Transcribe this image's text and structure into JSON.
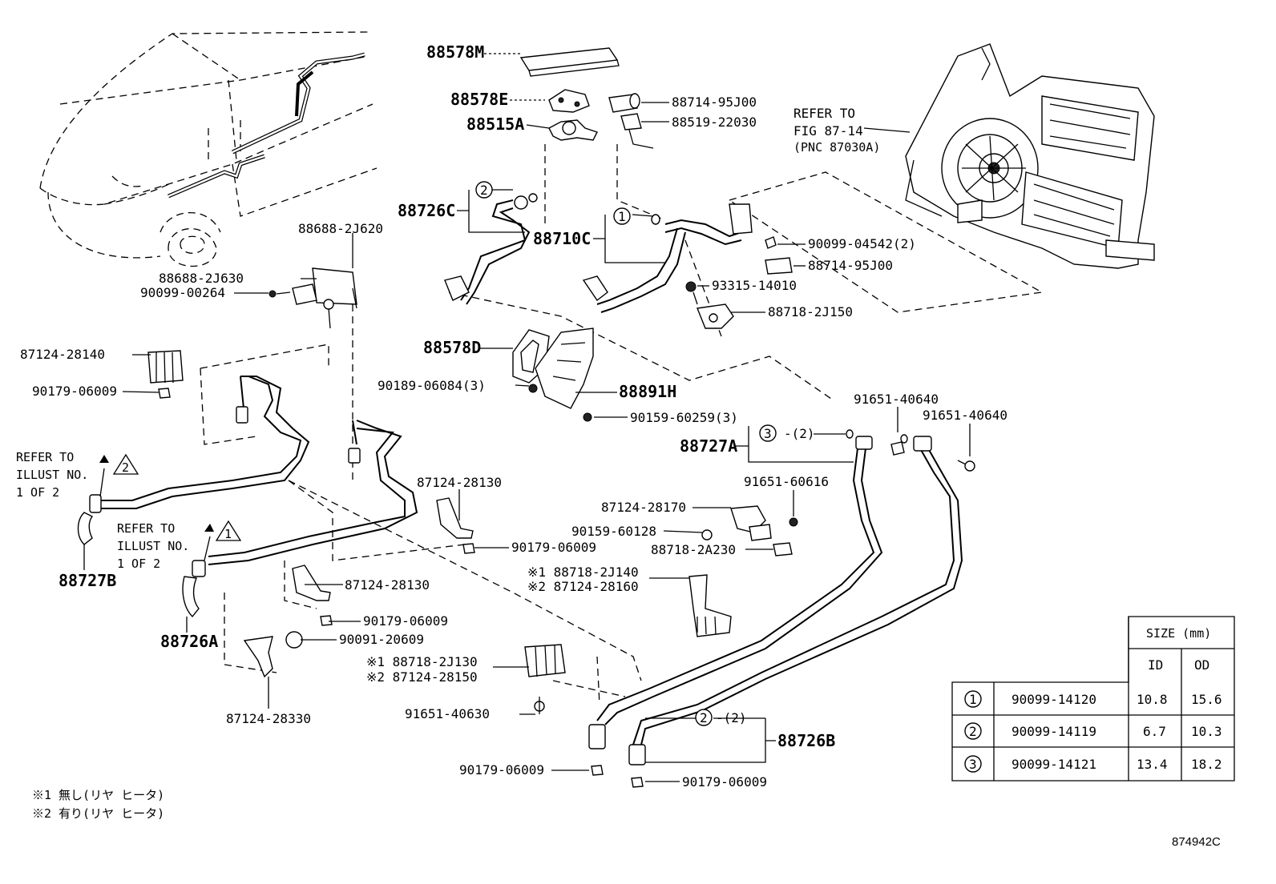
{
  "diagram": {
    "figure_code": "874942C",
    "refer_fig": [
      "REFER TO",
      "FIG 87-14",
      "(PNC 87030A)"
    ],
    "refer_illust_2": [
      "REFER TO",
      "ILLUST NO.",
      "1 OF 2"
    ],
    "refer_illust_1": [
      "REFER TO",
      "ILLUST NO.",
      "1 OF 2"
    ],
    "warn_mark_2": "2",
    "warn_mark_1": "1",
    "footnotes": [
      "※1 無し(リヤ ヒータ)",
      "※2 有り(リヤ ヒータ)"
    ],
    "labels": {
      "p88578M": "88578M",
      "p88578E": "88578E",
      "p88515A": "88515A",
      "p88714_95J00_a": "88714-95J00",
      "p88519_22030": "88519-22030",
      "p88726C": "88726C",
      "p88710C": "88710C",
      "p90099_04542": "90099-04542(2)",
      "p88714_95J00_b": "88714-95J00",
      "p93315_14010": "93315-14010",
      "p88718_2J150": "88718-2J150",
      "p88688_2J620": "88688-2J620",
      "p88688_2J630": "88688-2J630",
      "p90099_00264": "90099-00264",
      "p87124_28140": "87124-28140",
      "p90179_06009_a": "90179-06009",
      "p88578D": "88578D",
      "p90189_06084": "90189-06084(3)",
      "p88891H": "88891H",
      "p90159_60259": "90159-60259(3)",
      "p91651_40640_a": "91651-40640",
      "p91651_40640_b": "91651-40640",
      "p88727A": "88727A",
      "p88727A_qty": "-(2)",
      "p91651_60616": "91651-60616",
      "p87124_28170": "87124-28170",
      "p90159_60128": "90159-60128",
      "p88718_2A230": "88718-2A230",
      "p87124_28130_a": "87124-28130",
      "p90179_06009_b": "90179-06009",
      "p88718_2J140": "※1  88718-2J140",
      "p87124_28160": "※2  87124-28160",
      "p87124_28130_b": "87124-28130",
      "p90179_06009_c": "90179-06009",
      "p90091_20609": "90091-20609",
      "p88727B": "88727B",
      "p88726A": "88726A",
      "p87124_28330": "87124-28330",
      "p88718_2J130": "※1  88718-2J130",
      "p87124_28150": "※2  87124-28150",
      "p91651_40630": "91651-40630",
      "p90179_06009_d": "90179-06009",
      "p90179_06009_e": "90179-06009",
      "p88726B": "88726B",
      "p88726B_qty": "-(2)"
    },
    "circle_marks": {
      "c2_88726C": "2",
      "c1_88710C": "1",
      "c3_88727A": "3",
      "c2_88726B": "2"
    }
  },
  "size_table": {
    "header_size": "SIZE (mm)",
    "header_id": "ID",
    "header_od": "OD",
    "rows": [
      {
        "mark": "1",
        "part": "90099-14120",
        "id": "10.8",
        "od": "15.6"
      },
      {
        "mark": "2",
        "part": "90099-14119",
        "id": "6.7",
        "od": "10.3"
      },
      {
        "mark": "3",
        "part": "90099-14121",
        "id": "13.4",
        "od": "18.2"
      }
    ]
  }
}
